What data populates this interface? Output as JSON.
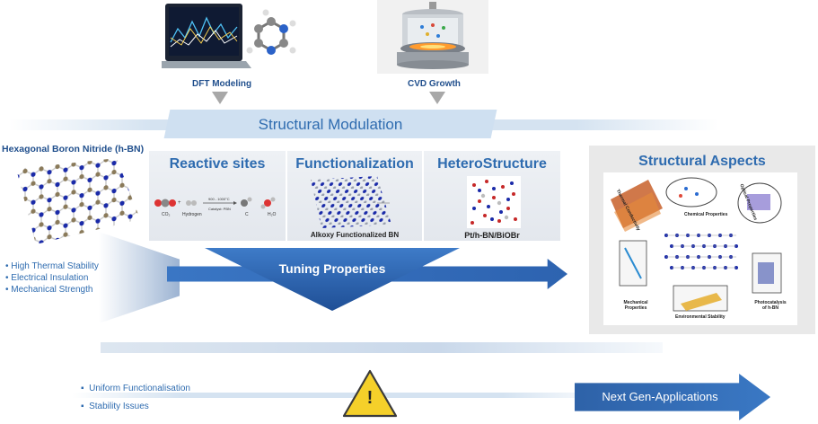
{
  "top": {
    "dft_label": "DFT Modeling",
    "cvd_label": "CVD Growth",
    "banner": "Structural Modulation"
  },
  "hbn": {
    "title": "Hexagonal Boron Nitride (h-BN)",
    "properties": [
      "High Thermal Stability",
      "Electrical Insulation",
      "Mechanical  Strength"
    ]
  },
  "panels": {
    "reactive": {
      "title": "Reactive sites",
      "molecules": [
        "CO₂",
        "Hydrogen",
        "C",
        "H₂O"
      ],
      "condition1": "900 - 1000°C",
      "condition2": "Catalyst: PBN"
    },
    "functionalization": {
      "title": "Functionalization",
      "caption": "Alkoxy Functionalized BN"
    },
    "hetero": {
      "title": "HeteroStructure",
      "caption": "Pt/h-BN/BiOBr"
    }
  },
  "tuning": "Tuning Properties",
  "aspects": {
    "title": "Structural Aspects",
    "items": [
      "Thermal Conductivity",
      "Chemical Properties",
      "Optical Properties",
      "Mechanical Properties",
      "Environmental Stability",
      "Photocatalysis of h-BN"
    ]
  },
  "bottom": {
    "items": [
      "Uniform Functionalisation",
      "Stability Issues"
    ],
    "warning": "!",
    "arrow": "Next Gen-Applications"
  },
  "colors": {
    "boron": "#8a7a5a",
    "nitrogen": "#1a2aa8",
    "accent": "#2f6cb0",
    "warning": "#f5d02a"
  }
}
